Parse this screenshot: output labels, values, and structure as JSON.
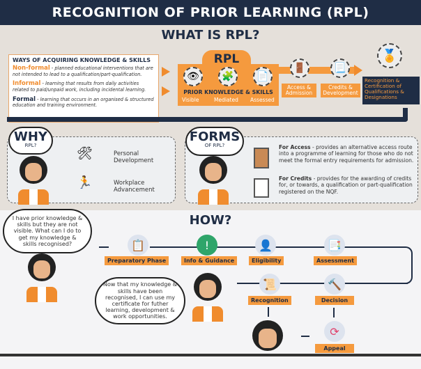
{
  "header": {
    "title": "RECOGNITION OF PRIOR LEARNING (RPL)"
  },
  "what": {
    "title": "WHAT IS RPL?"
  },
  "ways": {
    "heading": "WAYS OF ACQUIRING KNOWLEDGE & SKILLS",
    "items": [
      {
        "term": "Non-formal",
        "desc": " - planned educational interventions that are not intended to lead to a qualification/part-qualification."
      },
      {
        "term": "Informal",
        "desc": " - learning that results from daily activities related to paid/unpaid work, including incidental learning."
      },
      {
        "term": "Formal",
        "desc": " - learning that occurs in an organised & structured education and training environment."
      }
    ]
  },
  "rpl": {
    "title": "RPL",
    "subtitle": "PRIOR KNOWLEDGE & SKILLS",
    "stages": [
      "Visible",
      "Mediated",
      "Assessed"
    ],
    "access": "Access & Admission",
    "credits": "Credits & Development",
    "outcome": "Recognition & Certification of Qualifications & Designations"
  },
  "why": {
    "cloud": "WHY",
    "cloud_sub": "RPL?",
    "items": [
      "Personal Development",
      "Workplace Advancement"
    ]
  },
  "forms": {
    "cloud": "FORMS",
    "cloud_sub": "OF RPL?",
    "items": [
      {
        "term": "For Access",
        "desc": " - provides an alternative access route into a programme of learning for those who do not meet the formal entry requirements for admission."
      },
      {
        "term": "For Credits",
        "desc": " - provides for the awarding of credits for, or towards, a qualification or part-qualification registered on the NQF."
      }
    ]
  },
  "how": {
    "title": "HOW?",
    "thought1": "I have prior knowledge & skills but they are not visible. What can I do to get my knowledge & skills recognised?",
    "thought2": "Now that my knowledge & skills have been recognised, I can use my certificate for futher learning, development & work opportunities.",
    "steps": [
      "Preparatory Phase",
      "Info & Guidance",
      "Eligibility",
      "Assessment",
      "Decision",
      "Recognition",
      "Appeal"
    ]
  },
  "colors": {
    "navy": "#1f2d45",
    "orange": "#f59a3e"
  }
}
